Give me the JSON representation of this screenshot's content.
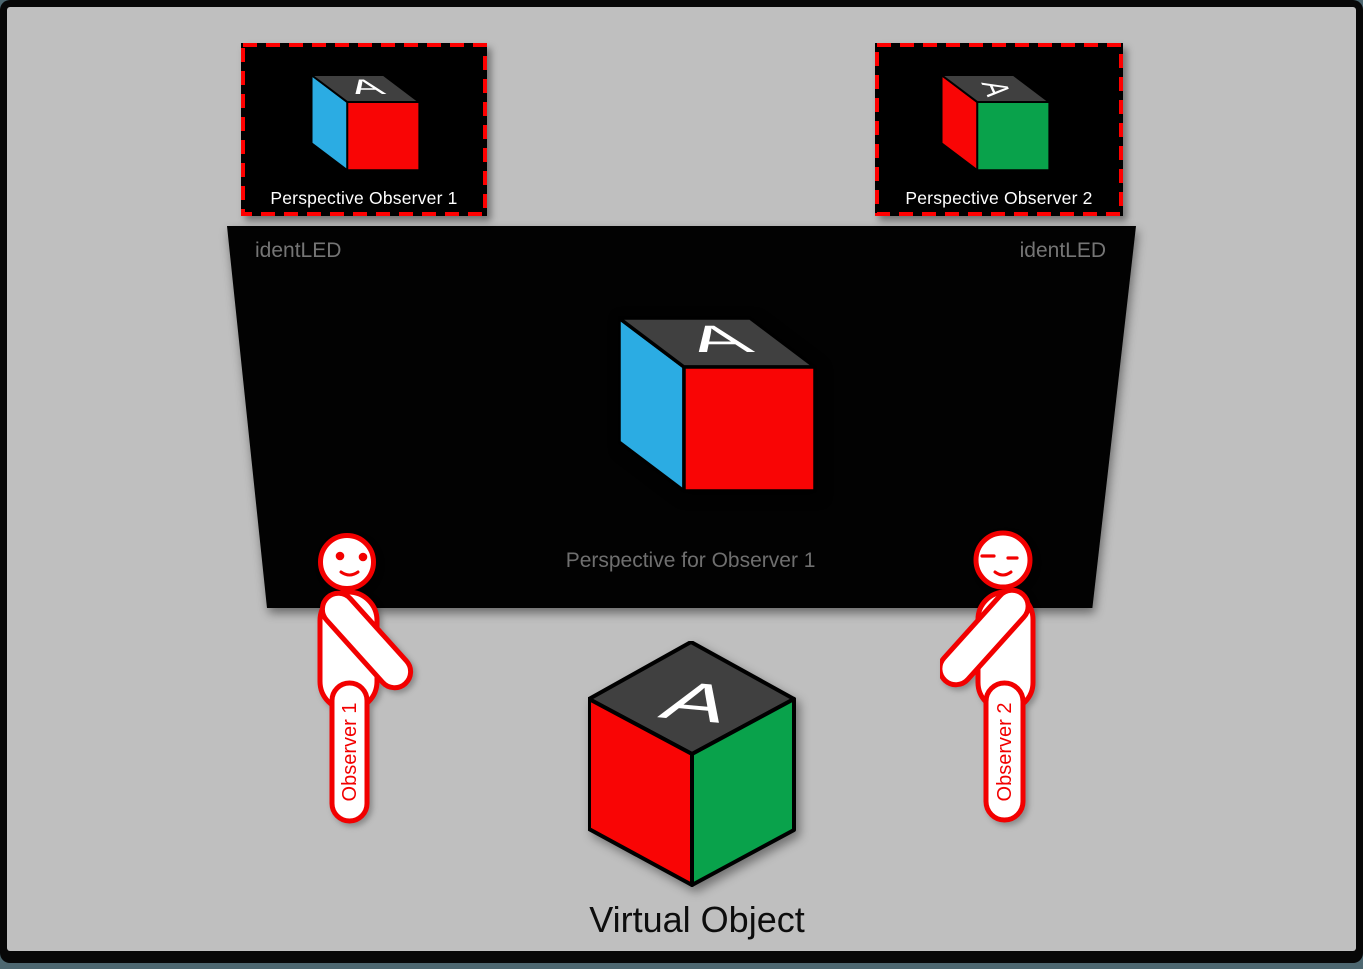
{
  "slide": {
    "background_color": "#BFBFBF",
    "frame_color": "#070707",
    "bottom_strip_color": "#4D6770"
  },
  "colors": {
    "cube_red": "#F90505",
    "cube_green": "#09A24B",
    "cube_blue": "#2BACE3",
    "cube_top": "#404040",
    "cube_letter": "#FFFFFF",
    "figure_red": "#F20000",
    "dashed_border_red": "#FF0000",
    "screen_text_gray": "#757575"
  },
  "perspective_boxes": [
    {
      "label": "Perspective Observer 1",
      "top_letter": "A"
    },
    {
      "label": "Perspective Observer 2",
      "top_letter": "A"
    }
  ],
  "screen": {
    "brand_left": "identLED",
    "brand_right": "identLED",
    "caption": "Perspective for Observer 1",
    "top_letter": "A"
  },
  "observers": [
    {
      "label": "Observer 1",
      "eyes": "open"
    },
    {
      "label": "Observer 2",
      "eyes": "closed"
    }
  ],
  "virtual_object": {
    "label": "Virtual Object",
    "top_letter": "A"
  }
}
